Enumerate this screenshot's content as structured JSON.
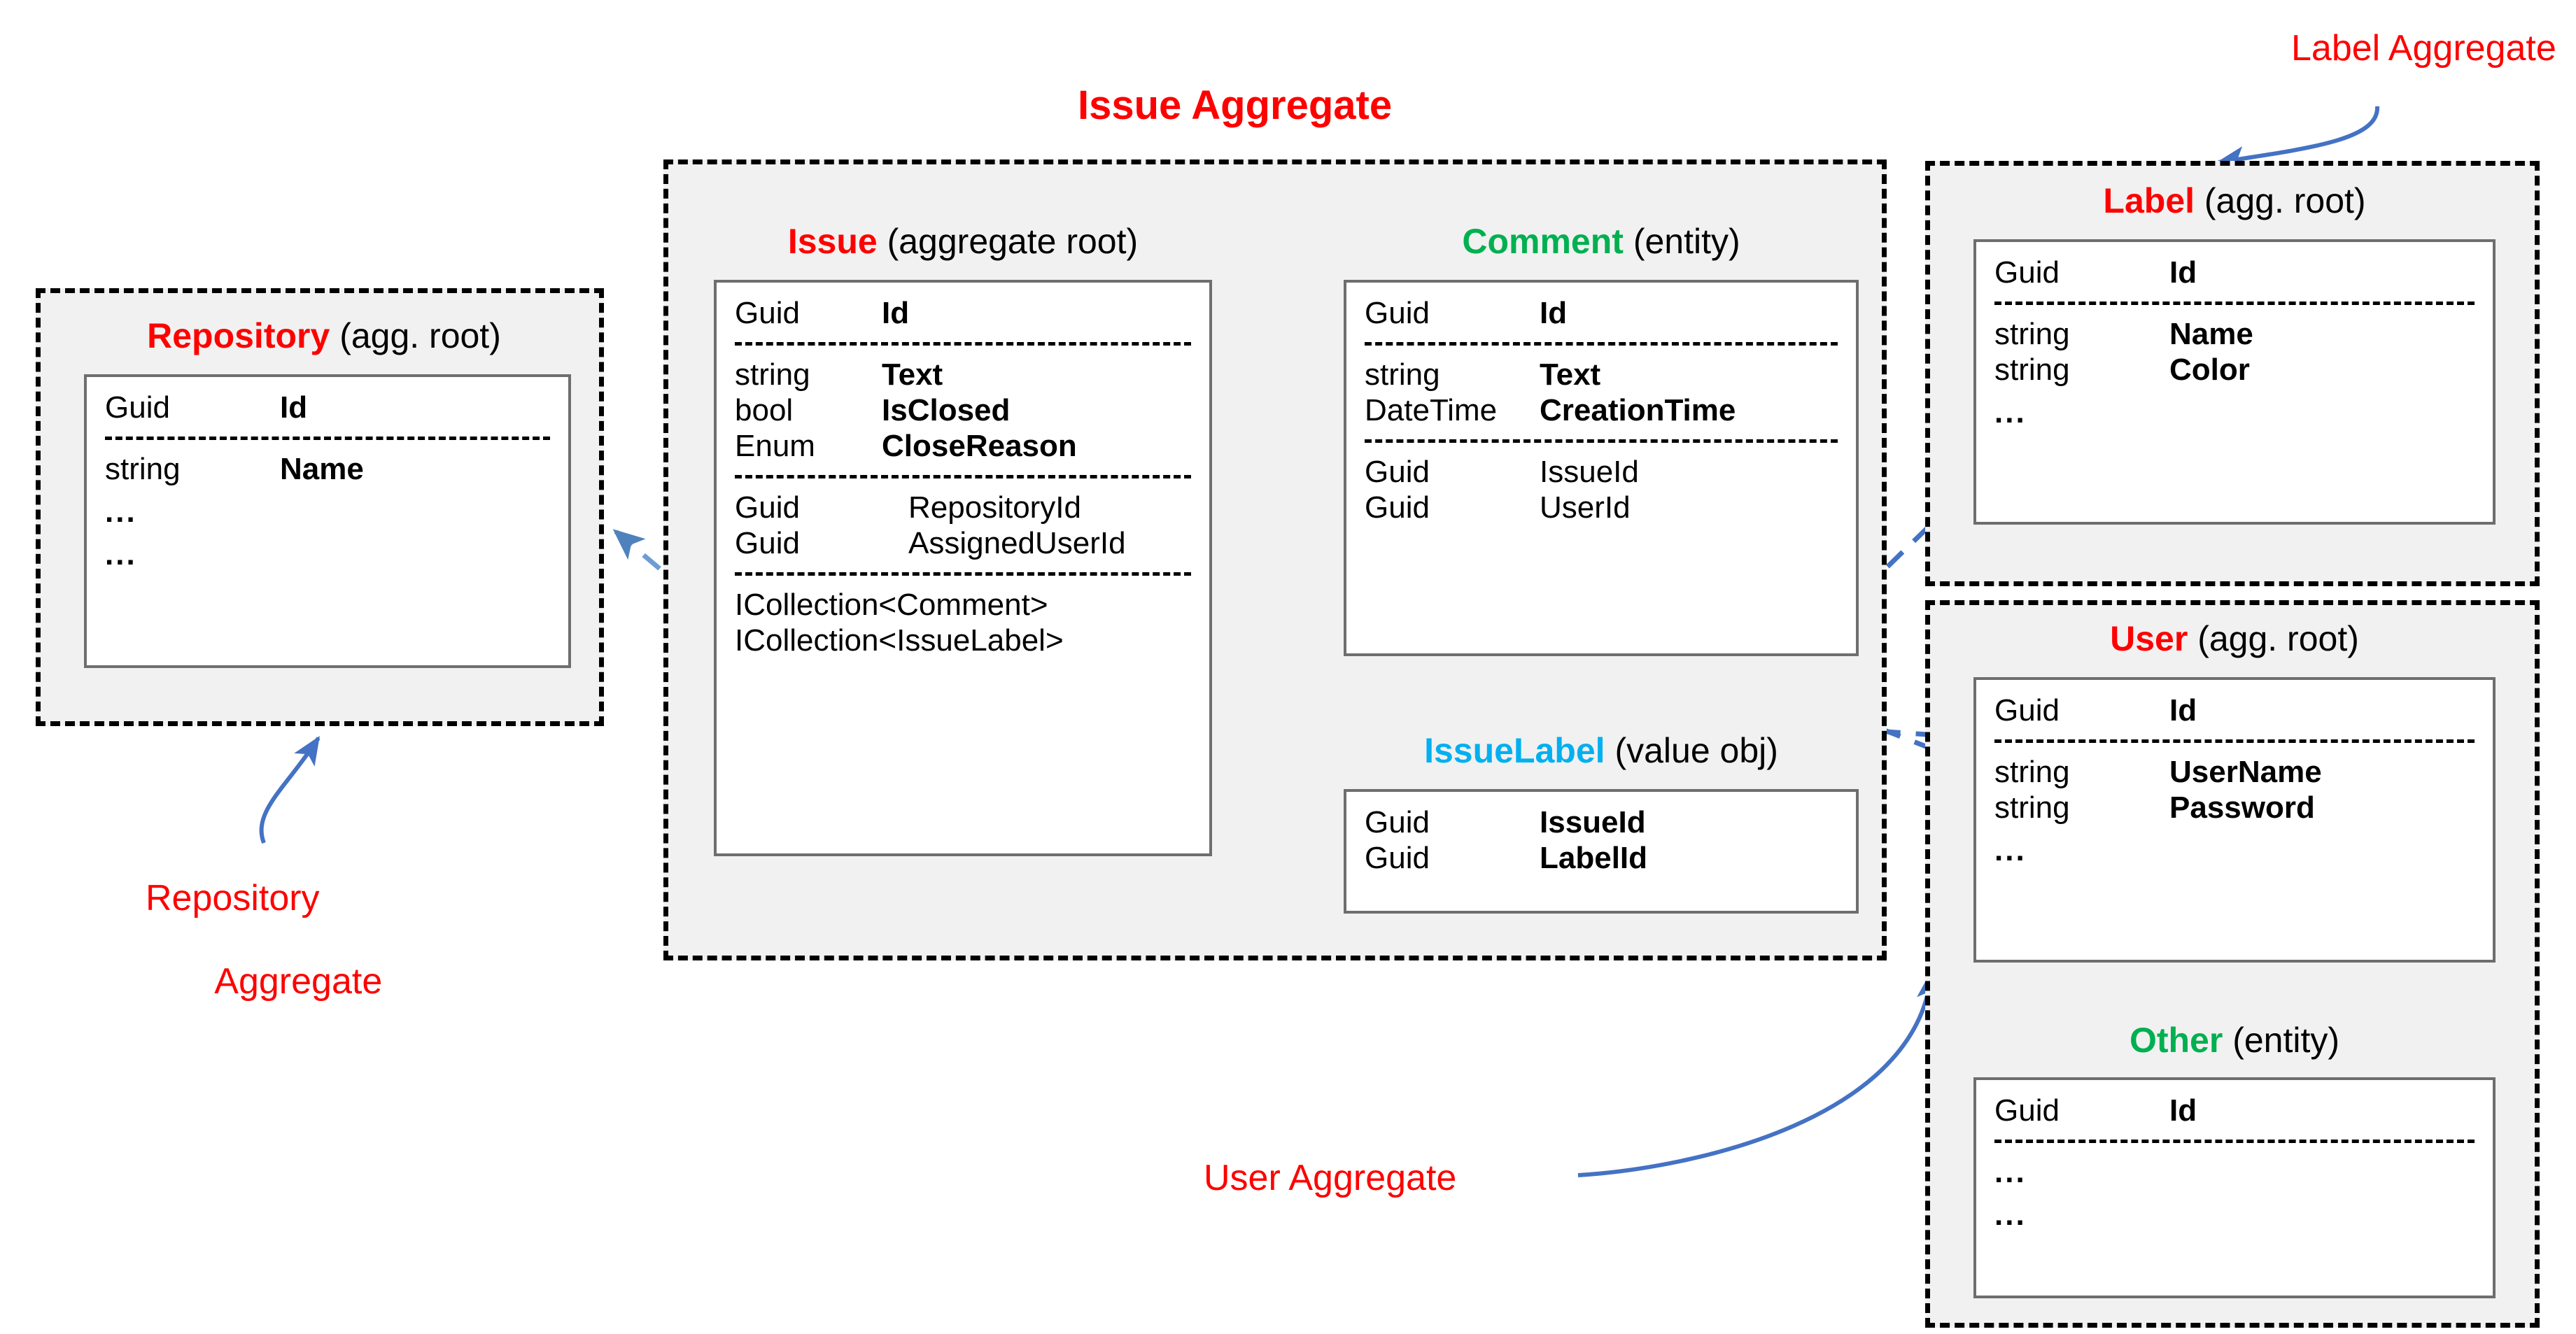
{
  "diagram": {
    "title": "Issue Aggregate",
    "colors": {
      "aggregate_root": "#ff0000",
      "entity": "#00b050",
      "value_object": "#00b0f0",
      "annotation": "#ff0000",
      "arrow": "#4472c4",
      "dashed_boundary": "#000000",
      "card_border": "#6e6e6e",
      "aggregate_fill": "#f1f1f1"
    }
  },
  "annotations": {
    "issue_aggregate": "Issue Aggregate",
    "label_aggregate": "Label Aggregate",
    "repository_aggregate_l1": "Repository",
    "repository_aggregate_l2": "Aggregate",
    "user_aggregate": "User Aggregate"
  },
  "entities": {
    "repository": {
      "name": "Repository",
      "stereotype": " (agg. root)",
      "kind": "aggregate-root",
      "sections": [
        {
          "rows": [
            {
              "type": "Guid",
              "name": "Id",
              "bold": true
            }
          ]
        },
        {
          "rows": [
            {
              "type": "string",
              "name": "Name",
              "bold": true
            },
            {
              "type": "...",
              "name": "",
              "dots": true
            },
            {
              "type": "...",
              "name": "",
              "dots": true
            }
          ]
        }
      ]
    },
    "issue": {
      "name": "Issue",
      "stereotype": " (aggregate root)",
      "kind": "aggregate-root",
      "sections": [
        {
          "rows": [
            {
              "type": "Guid",
              "name": "Id",
              "bold": true
            }
          ]
        },
        {
          "rows": [
            {
              "type": "string",
              "name": "Text",
              "bold": true
            },
            {
              "type": "bool",
              "name": "IsClosed",
              "bold": true
            },
            {
              "type": "Enum",
              "name": "CloseReason",
              "bold": true
            }
          ]
        },
        {
          "rows": [
            {
              "type": "Guid",
              "name": "RepositoryId",
              "bold": false
            },
            {
              "type": "Guid",
              "name": "AssignedUserId",
              "bold": false
            }
          ]
        },
        {
          "rows": [
            {
              "type": "ICollection<Comment>",
              "name": "",
              "bold": false,
              "full": true
            },
            {
              "type": "ICollection<IssueLabel>",
              "name": "",
              "bold": false,
              "full": true
            }
          ]
        }
      ]
    },
    "comment": {
      "name": "Comment",
      "stereotype": " (entity)",
      "kind": "entity",
      "sections": [
        {
          "rows": [
            {
              "type": "Guid",
              "name": "Id",
              "bold": true
            }
          ]
        },
        {
          "rows": [
            {
              "type": "string",
              "name": "Text",
              "bold": true
            },
            {
              "type": "DateTime",
              "name": "CreationTime",
              "bold": true
            }
          ]
        },
        {
          "rows": [
            {
              "type": "Guid",
              "name": "IssueId",
              "bold": false
            },
            {
              "type": "Guid",
              "name": "UserId",
              "bold": false
            }
          ]
        }
      ]
    },
    "issuelabel": {
      "name": "IssueLabel",
      "stereotype": " (value obj)",
      "kind": "value-object",
      "sections": [
        {
          "rows": [
            {
              "type": "Guid",
              "name": "IssueId",
              "bold": true
            },
            {
              "type": "Guid",
              "name": "LabelId",
              "bold": true
            }
          ]
        }
      ]
    },
    "label": {
      "name": "Label",
      "stereotype": " (agg. root)",
      "kind": "aggregate-root",
      "sections": [
        {
          "rows": [
            {
              "type": "Guid",
              "name": "Id",
              "bold": true
            }
          ]
        },
        {
          "rows": [
            {
              "type": "string",
              "name": "Name",
              "bold": true
            },
            {
              "type": "string",
              "name": "Color",
              "bold": true
            },
            {
              "type": "...",
              "name": "",
              "dots": true
            }
          ]
        }
      ]
    },
    "user": {
      "name": "User",
      "stereotype": " (agg. root)",
      "kind": "aggregate-root",
      "sections": [
        {
          "rows": [
            {
              "type": "Guid",
              "name": "Id",
              "bold": true
            }
          ]
        },
        {
          "rows": [
            {
              "type": "string",
              "name": "UserName",
              "bold": true
            },
            {
              "type": "string",
              "name": "Password",
              "bold": true
            },
            {
              "type": "...",
              "name": "",
              "dots": true
            }
          ]
        }
      ]
    },
    "other": {
      "name": "Other",
      "stereotype": " (entity)",
      "kind": "entity",
      "sections": [
        {
          "rows": [
            {
              "type": "Guid",
              "name": "Id",
              "bold": true
            }
          ]
        },
        {
          "rows": [
            {
              "type": "...",
              "name": "",
              "dots": true
            },
            {
              "type": "...",
              "name": "",
              "dots": true
            }
          ]
        }
      ]
    }
  },
  "relations": [
    {
      "from": "issue.RepositoryId",
      "to": "repository",
      "style": "dashed"
    },
    {
      "from": "issue.AssignedUserId",
      "to": "user",
      "style": "dashed"
    },
    {
      "from": "issue.ICollection<Comment>",
      "to": "comment",
      "style": "dashed"
    },
    {
      "from": "issue.ICollection<IssueLabel>",
      "to": "issuelabel",
      "style": "dashed"
    },
    {
      "from": "comment.UserId",
      "to": "user",
      "style": "dashed"
    },
    {
      "from": "issuelabel.LabelId",
      "to": "label",
      "style": "dashed"
    },
    {
      "from": "user",
      "to": "other",
      "style": "solid"
    }
  ]
}
